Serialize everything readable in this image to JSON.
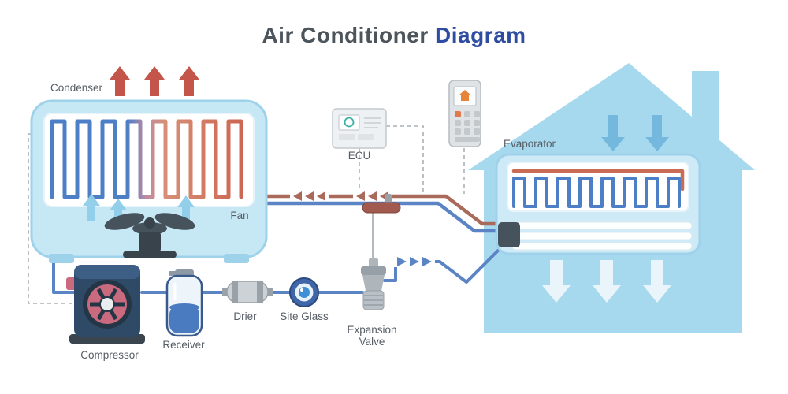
{
  "title": {
    "part1": "Air Conditioner ",
    "part2": "Diagram"
  },
  "labels": {
    "condenser": "Condenser",
    "fan": "Fan",
    "ecu": "ECU",
    "evaporator": "Evaporator",
    "compressor": "Compressor",
    "receiver": "Receiver",
    "drier": "Drier",
    "site_glass": "Site Glass",
    "expansion_valve_line1": "Expansion",
    "expansion_valve_line2": "Valve"
  },
  "colors": {
    "house": "#a7d9ee",
    "condenser_body": "#c6e7f4",
    "condenser_stroke": "#9ed2ea",
    "hot_pipe": "#a96a5b",
    "cold_pipe": "#5b84c4",
    "coil_hot": "#cc6753",
    "coil_cold": "#4d7fc6",
    "hot_arrow": "#c3554a",
    "cool_arrow": "#8fcde9",
    "title_gray": "#4c545c",
    "title_blue": "#2f4da0",
    "label_text": "#565d64",
    "dark_metal": "#46525c"
  }
}
